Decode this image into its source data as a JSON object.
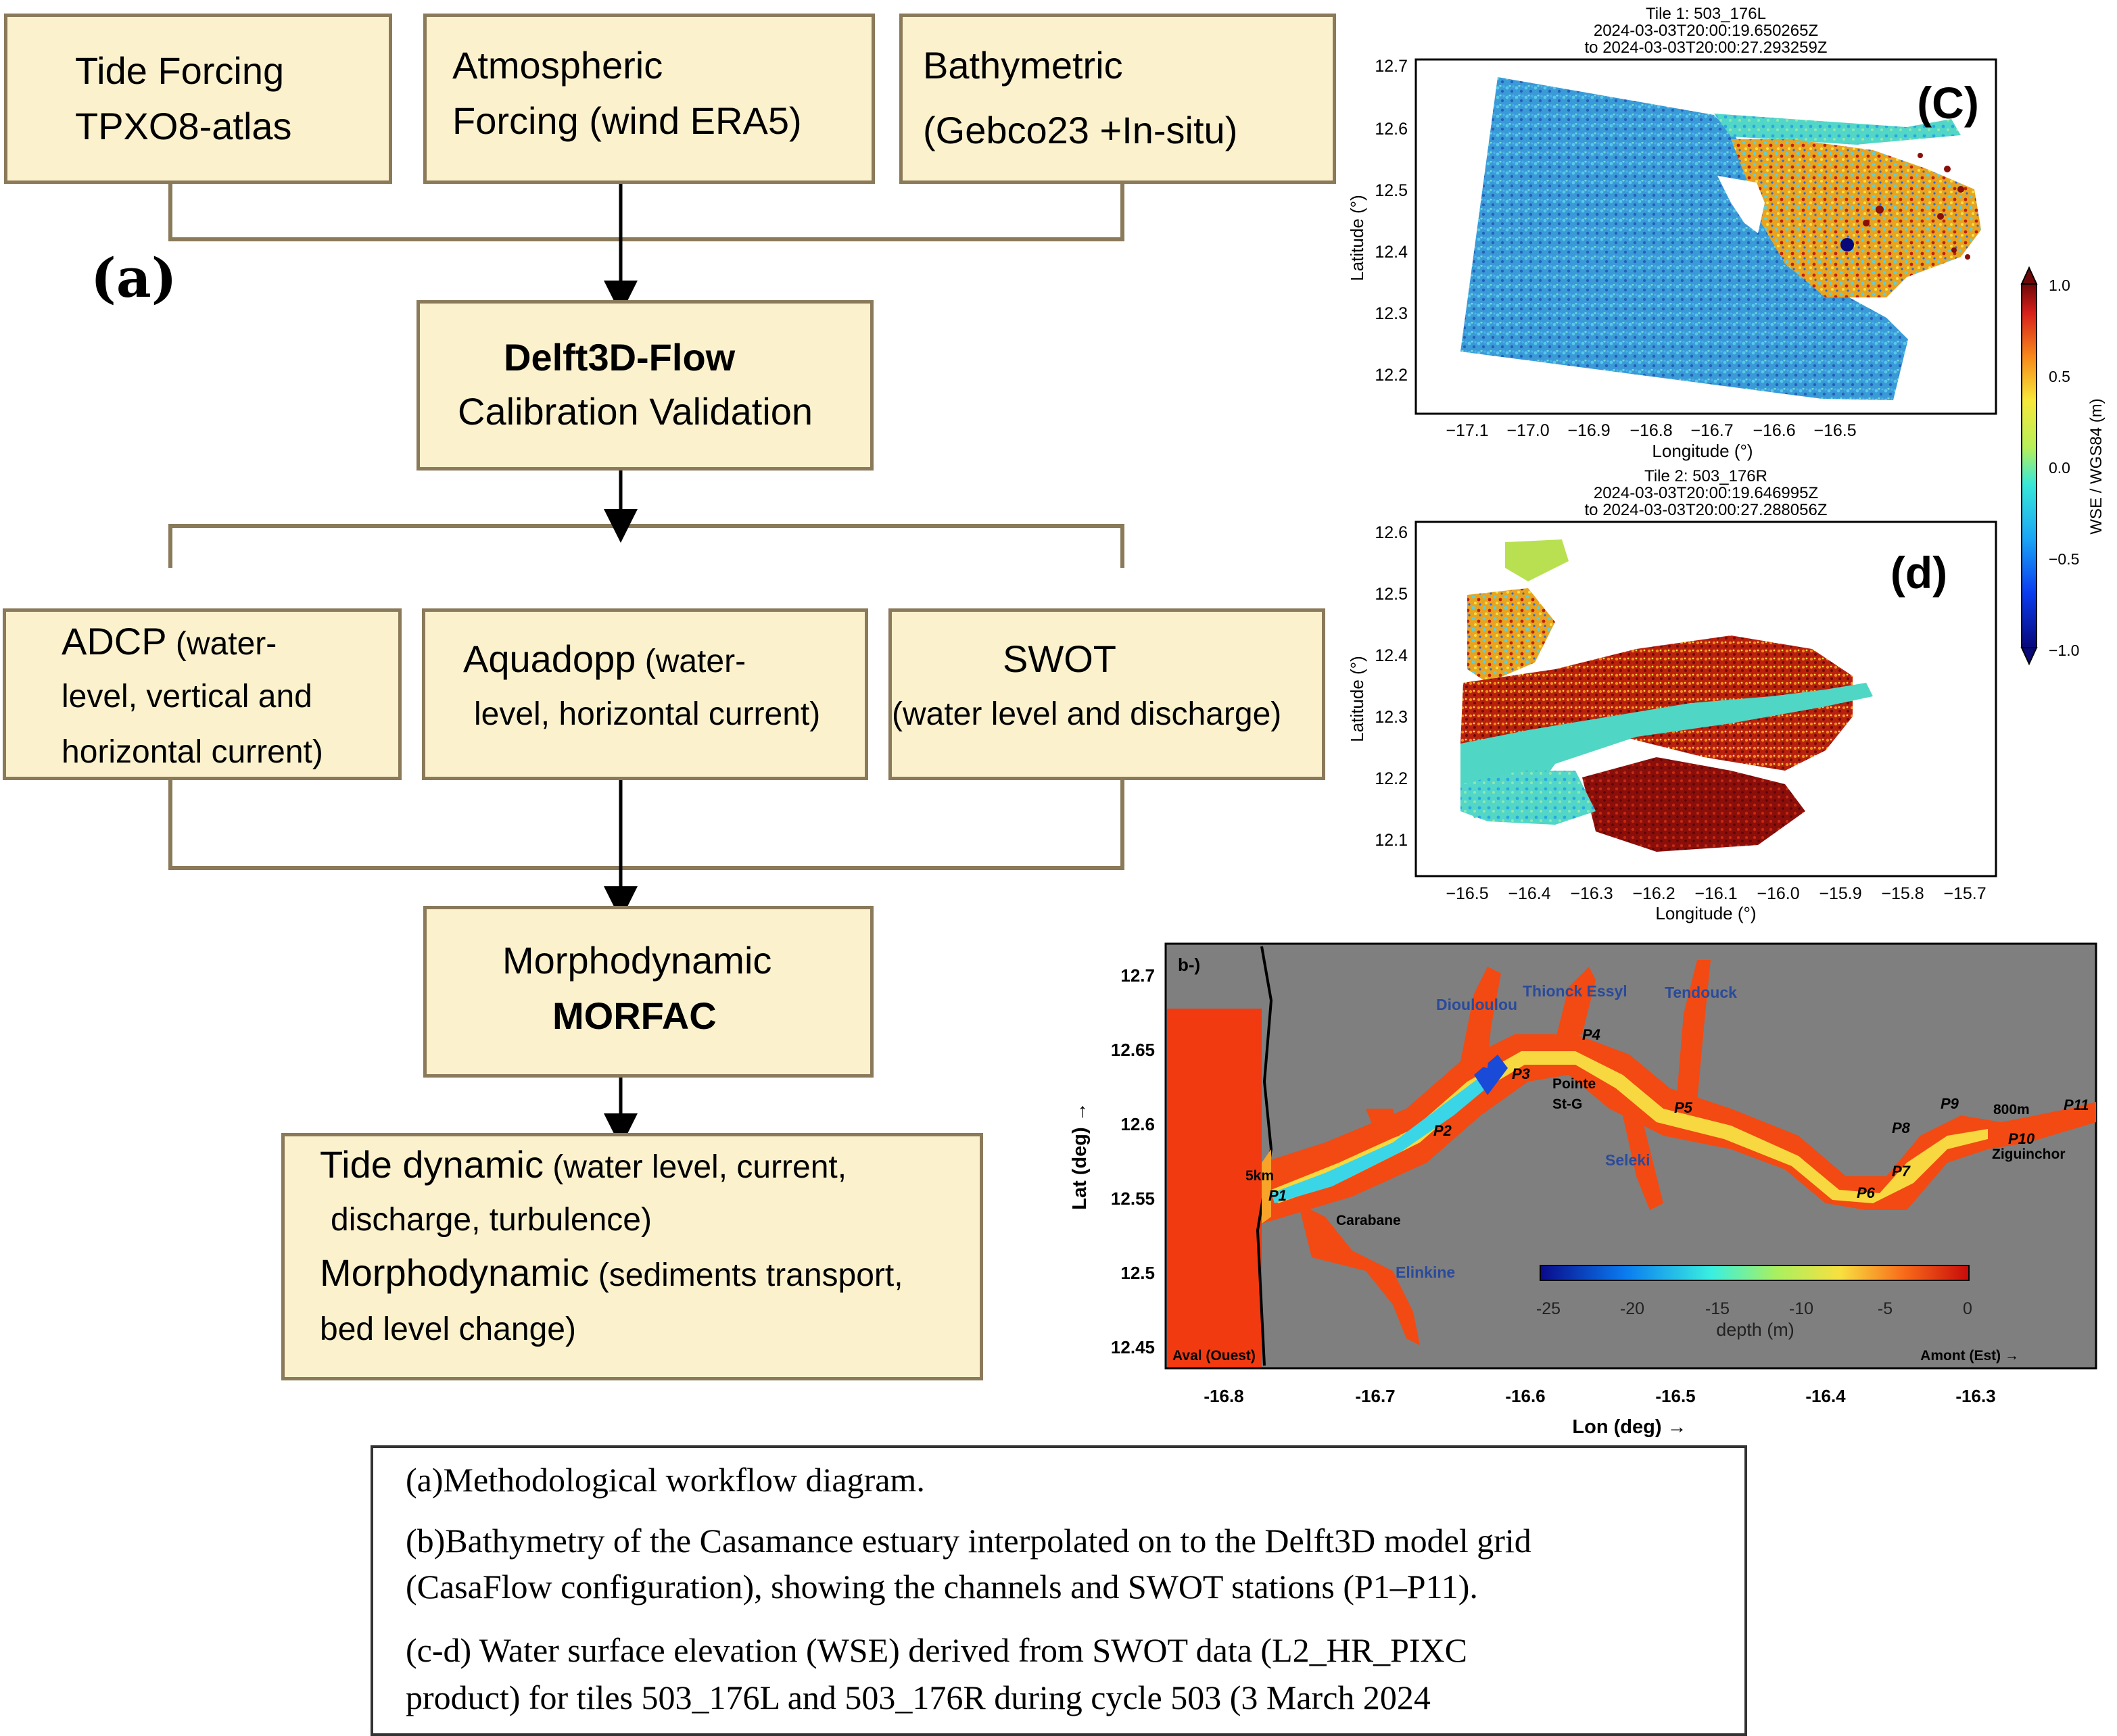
{
  "workflow": {
    "label": "(a)",
    "inputs": [
      {
        "line1": "Tide Forcing",
        "line2": "TPXO8-atlas"
      },
      {
        "line1": "Atmospheric",
        "line2": "Forcing (wind ERA5)"
      },
      {
        "line1": "Bathymetric",
        "line2": "(Gebco23 +In-situ)"
      }
    ],
    "model": {
      "title": "Delft3D-Flow",
      "subtitle": "Calibration Validation"
    },
    "data": [
      {
        "title": "ADCP",
        "line1": " (water-",
        "line2": "level, vertical and",
        "line3": "horizontal current)"
      },
      {
        "title": "Aquadopp",
        "line1": " (water-",
        "line2": "level, horizontal current)"
      },
      {
        "title": "SWOT",
        "line1": "(water level and discharge)"
      }
    ],
    "morph": {
      "line1": "Morphodynamic",
      "line2": "MORFAC"
    },
    "outputs": {
      "title1": "Tide dynamic",
      "rest1": " (water level, current,",
      "line2": "discharge, turbulence)",
      "title2": "Morphodynamic",
      "rest2": " (sediments transport,",
      "line4": "bed level change)"
    }
  },
  "panel_c": {
    "label": "(C)",
    "title": [
      "Tile 1: 503_176L",
      "2024-03-03T20:00:19.650265Z",
      "to 2024-03-03T20:00:27.293259Z"
    ],
    "xlabel": "Longitude (°)",
    "ylabel": "Latitude (°)",
    "xticks": [
      "−17.1",
      "−17.0",
      "−16.9",
      "−16.8",
      "−16.7",
      "−16.6",
      "−16.5"
    ],
    "yticks": [
      "12.7",
      "12.6",
      "12.5",
      "12.4",
      "12.3",
      "12.2"
    ]
  },
  "panel_d": {
    "label": "(d)",
    "title": [
      "Tile 2: 503_176R",
      "2024-03-03T20:00:19.646995Z",
      "to 2024-03-03T20:00:27.288056Z"
    ],
    "xlabel": "Longitude (°)",
    "ylabel": "Latitude (°)",
    "xticks": [
      "−16.5",
      "−16.4",
      "−16.3",
      "−16.2",
      "−16.1",
      "−16.0",
      "−15.9",
      "−15.8",
      "−15.7"
    ],
    "yticks": [
      "12.6",
      "12.5",
      "12.4",
      "12.3",
      "12.2",
      "12.1"
    ]
  },
  "colorbar": {
    "label": "WSE / WGS84 (m)",
    "ticks": [
      "1.0",
      "0.5",
      "0.0",
      "−0.5",
      "−1.0"
    ]
  },
  "panel_b": {
    "label": "b-)",
    "ylabel": "Lat (deg) →",
    "xlabel": "Lon (deg) →",
    "yticks": [
      "12.7",
      "12.65",
      "12.6",
      "12.55",
      "12.5",
      "12.45"
    ],
    "xticks": [
      "-16.8",
      "-16.7",
      "-16.6",
      "-16.5",
      "-16.4",
      "-16.3"
    ],
    "places_blue": [
      "Diouloulou",
      "Thionck Essyl",
      "Tendouck",
      "Seleki",
      "Elinkine"
    ],
    "places_black": [
      "Pointe",
      "St-G",
      "Carabane",
      "Ziguinchor",
      "5km",
      "800m"
    ],
    "stations": [
      "P1",
      "P2",
      "P3",
      "P4",
      "P5",
      "P6",
      "P7",
      "P8",
      "P9",
      "P10",
      "P11"
    ],
    "depth_ticks": [
      "-25",
      "-20",
      "-15",
      "-10",
      "-5",
      "0"
    ],
    "depth_label": "depth (m)",
    "corner_left": "Aval (Ouest)",
    "corner_right": "Amont (Est) →"
  },
  "caption": {
    "line1": "(a)Methodological workflow diagram.",
    "line2": "(b)Bathymetry of the Casamance estuary interpolated on to the Delft3D model grid",
    "line3": "(CasaFlow configuration), showing the channels and SWOT stations (P1–P11).",
    "line4": "(c-d)  Water surface elevation (WSE) derived from SWOT data (L2_HR_PIXC",
    "line5": "product) for tiles 503_176L and 503_176R during cycle 503 (3 March 2024"
  }
}
